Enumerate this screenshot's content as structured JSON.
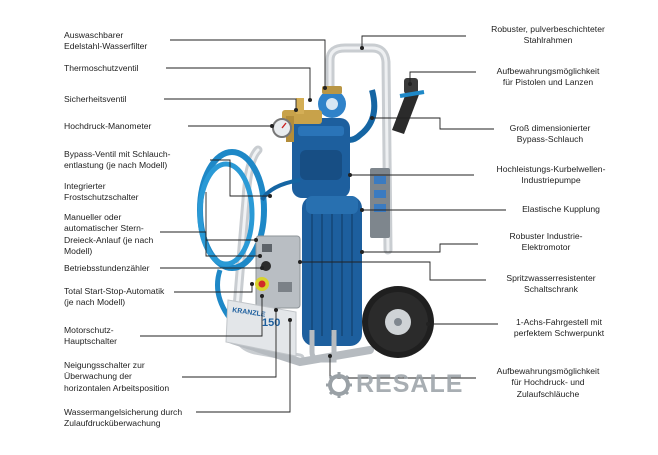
{
  "left_labels": [
    {
      "id": "filter",
      "lines": [
        "Auswaschbarer",
        "Edelstahl-Wasserfilter"
      ]
    },
    {
      "id": "thermo",
      "lines": [
        "Thermoschutzventil"
      ]
    },
    {
      "id": "safety",
      "lines": [
        "Sicherheitsventil"
      ]
    },
    {
      "id": "gauge",
      "lines": [
        "Hochdruck-Manometer"
      ]
    },
    {
      "id": "bypass",
      "lines": [
        "Bypass-Ventil mit Schlauch-",
        "entlastung (je nach Modell)"
      ]
    },
    {
      "id": "frost",
      "lines": [
        "Integrierter",
        "Frostschutzschalter"
      ]
    },
    {
      "id": "star",
      "lines": [
        "Manueller oder",
        "automatischer Stern-",
        "Dreieck-Anlauf (je nach",
        "Modell)"
      ]
    },
    {
      "id": "hours",
      "lines": [
        "Betriebsstundenzähler"
      ]
    },
    {
      "id": "autostop",
      "lines": [
        "Total Start-Stop-Automatik",
        "(je nach Modell)"
      ]
    },
    {
      "id": "mainswitch",
      "lines": [
        "Motorschutz-",
        "Hauptschalter"
      ]
    },
    {
      "id": "tilt",
      "lines": [
        "Neigungsschalter zur",
        "Überwachung der",
        "horizontalen Arbeitsposition"
      ]
    },
    {
      "id": "waterlack",
      "lines": [
        "Wassermangelsicherung durch",
        "Zulaufdrucküberwachung"
      ]
    }
  ],
  "right_labels": [
    {
      "id": "frame",
      "lines": [
        "Robuster, pulverbeschichteter",
        "Stahlrahmen"
      ]
    },
    {
      "id": "storage1",
      "lines": [
        "Aufbewahrungsmöglichkeit",
        "für Pistolen und Lanzen"
      ]
    },
    {
      "id": "bypasshose",
      "lines": [
        "Groß dimensionierter",
        "Bypass-Schlauch"
      ]
    },
    {
      "id": "pump",
      "lines": [
        "Hochleistungs-Kurbelwellen-",
        "Industriepumpe"
      ]
    },
    {
      "id": "coupling",
      "lines": [
        "Elastische Kupplung"
      ]
    },
    {
      "id": "motor",
      "lines": [
        "Robuster Industrie-",
        "Elektromotor"
      ]
    },
    {
      "id": "cabinet",
      "lines": [
        "Spritzwasserresistenter",
        "Schaltschrank"
      ]
    },
    {
      "id": "chassis",
      "lines": [
        "1-Achs-Fahrgestell mit",
        "perfektem Schwerpunkt"
      ]
    },
    {
      "id": "storage2",
      "lines": [
        "Aufbewahrungsmöglichkeit",
        "für Hochdruck- und",
        "Zulaufschläuche"
      ]
    }
  ],
  "machine": {
    "model_text": "150",
    "brand_text": "KRANZLE"
  },
  "watermark": {
    "text": "RESALE"
  },
  "colors": {
    "motor_blue": "#1d5f9e",
    "hose_blue": "#1e88c7",
    "frame_silver": "#c9cdd1",
    "brass": "#c8a24a",
    "leader_line": "#222222",
    "watermark_gray": "#9aa1a6"
  }
}
